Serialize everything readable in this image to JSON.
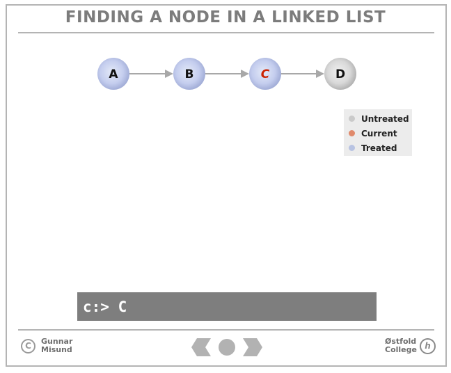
{
  "title": "FINDING A NODE IN A LINKED LIST",
  "nodes": [
    {
      "label": "A",
      "state": "treated"
    },
    {
      "label": "B",
      "state": "treated"
    },
    {
      "label": "C",
      "state": "current"
    },
    {
      "label": "D",
      "state": "untreated"
    }
  ],
  "legend": {
    "items": [
      {
        "label": "Untreated",
        "state": "untreated"
      },
      {
        "label": "Current",
        "state": "current"
      },
      {
        "label": "Treated",
        "state": "treated"
      }
    ]
  },
  "console": {
    "text": "c:> C"
  },
  "footer": {
    "author_line1": "Gunnar",
    "author_line2": "Misund",
    "college_line1": "Østfold",
    "college_line2": "College",
    "copyright_symbol": "C",
    "college_logo_glyph": "h"
  },
  "colors": {
    "treated": "#b8c3e2",
    "current": "#e08a6c",
    "untreated": "#cacaca",
    "current_label": "#cc2200"
  },
  "icons": {
    "prev": "chevron-left-icon",
    "home": "circle-icon",
    "next": "chevron-right-icon"
  }
}
